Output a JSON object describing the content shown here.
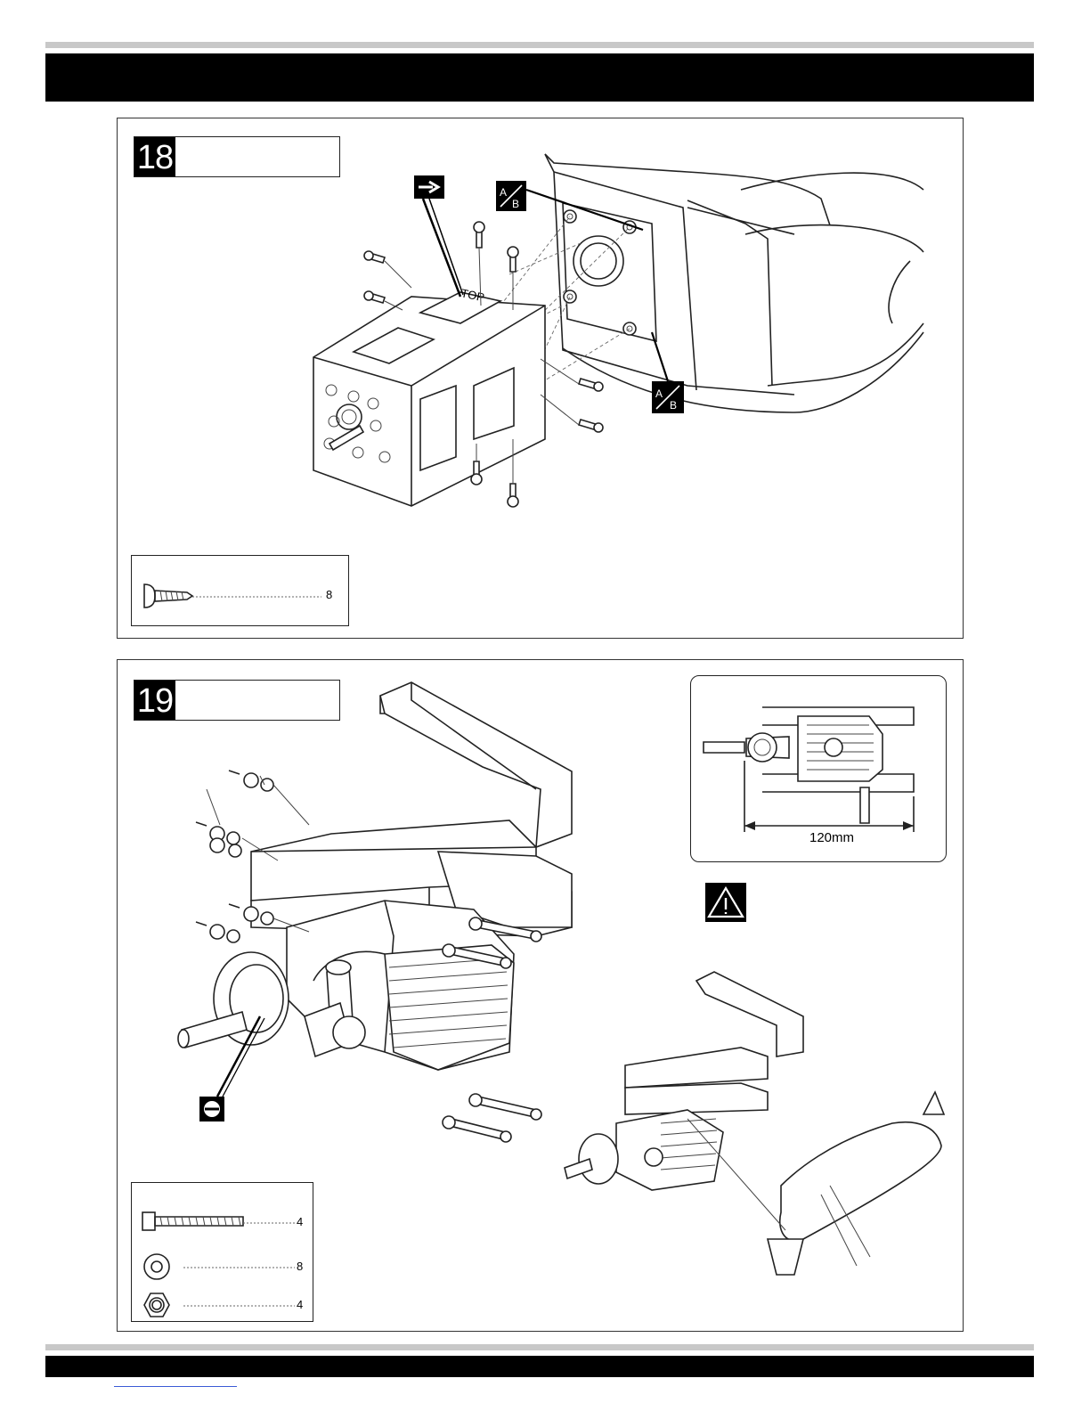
{
  "steps": [
    {
      "number": "18"
    },
    {
      "number": "19"
    }
  ],
  "step18": {
    "labels": {
      "ab_top": {
        "top": "A",
        "bottom": "B"
      },
      "ab_bottom": {
        "top": "A",
        "bottom": "B"
      },
      "mount_top_mark": "TOP"
    },
    "parts": [
      {
        "icon": "self-tapping-screw-icon",
        "qty": "8"
      }
    ]
  },
  "step19": {
    "dimension": "120mm",
    "parts": [
      {
        "icon": "hex-bolt-icon",
        "qty": "4"
      },
      {
        "icon": "washer-icon",
        "qty": "8"
      },
      {
        "icon": "hex-nut-icon",
        "qty": "4"
      }
    ]
  },
  "icons": {
    "arrow": "arrow-right-icon",
    "warning": "warning-icon",
    "minus": "minus-icon"
  },
  "colors": {
    "rule": "#c8c8c8",
    "bar": "#000000",
    "line": "#222222"
  }
}
